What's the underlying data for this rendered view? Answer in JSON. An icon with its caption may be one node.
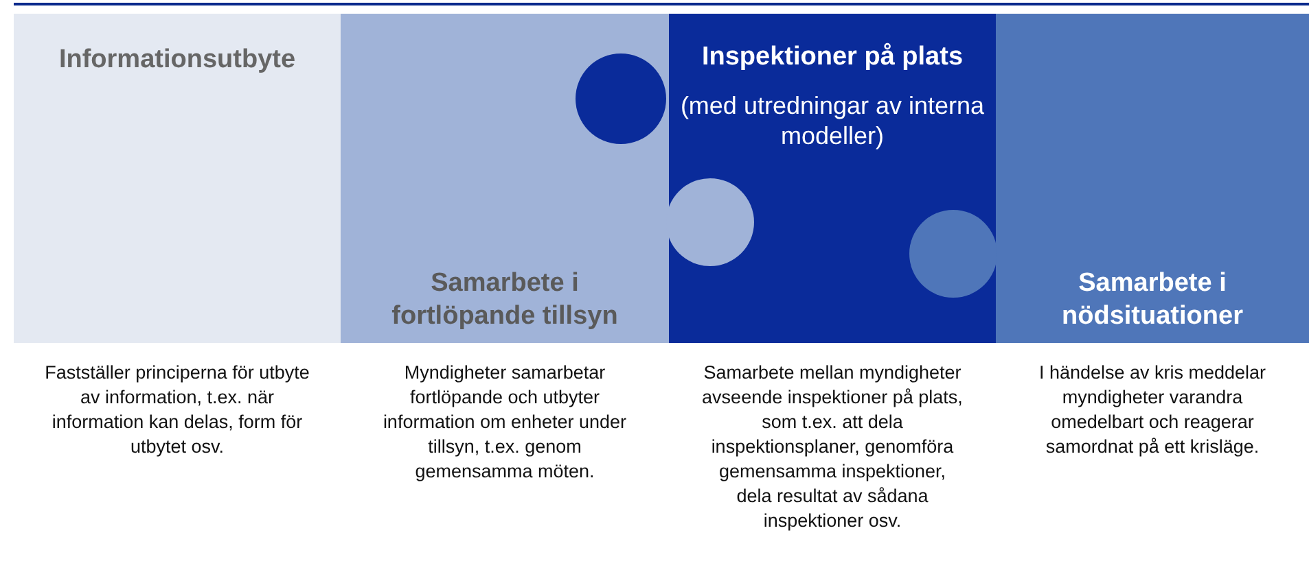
{
  "diagram": {
    "nodes": [
      {
        "text": [
          "Informationsutbyte"
        ],
        "beside": [
          "Fastställer principerna för utbyte av information, t.ex. när information kan delas, form för utbytet osv."
        ]
      },
      {
        "text": [
          "Samarbete i fortlöpande tillsyn"
        ],
        "beside": [
          "Myndigheter samarbetar fortlöpande och utbyter information om enheter under tillsyn, t.ex. genom gemensamma möten."
        ]
      },
      {
        "text": [
          "Inspektioner på plats",
          "(med utredningar av interna modeller)"
        ],
        "beside": [
          "Samarbete mellan myndigheter avseende inspektioner på plats, som t.ex. att dela inspektionsplaner, genomföra gemensamma inspektioner, dela resultat av sådana inspektioner osv."
        ]
      },
      {
        "text": [
          "Samarbete i nödsituationer"
        ],
        "beside": [
          "I händelse av kris meddelar myndigheter varandra omedelbart och reagerar samordnat på ett krisläge."
        ]
      }
    ],
    "edges": []
  }
}
